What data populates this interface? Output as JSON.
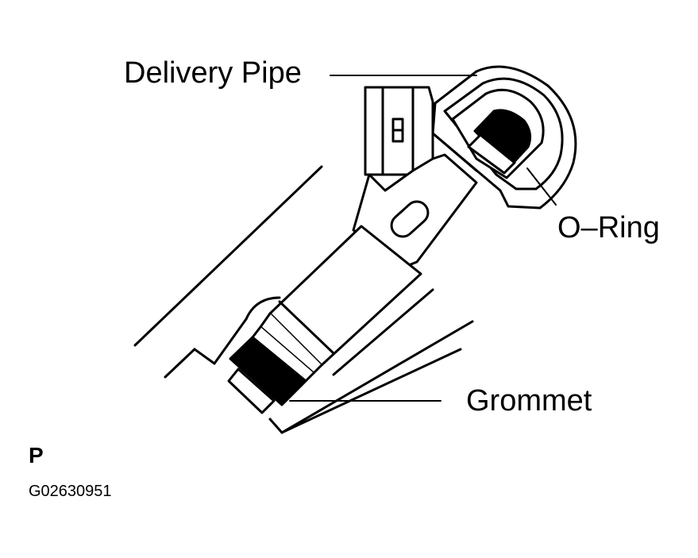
{
  "labels": {
    "delivery_pipe": "Delivery Pipe",
    "o_ring": "O–Ring",
    "grommet": "Grommet"
  },
  "view_marker": "P",
  "figure_id": "G02630951",
  "colors": {
    "line": "#000000",
    "background": "#ffffff"
  }
}
